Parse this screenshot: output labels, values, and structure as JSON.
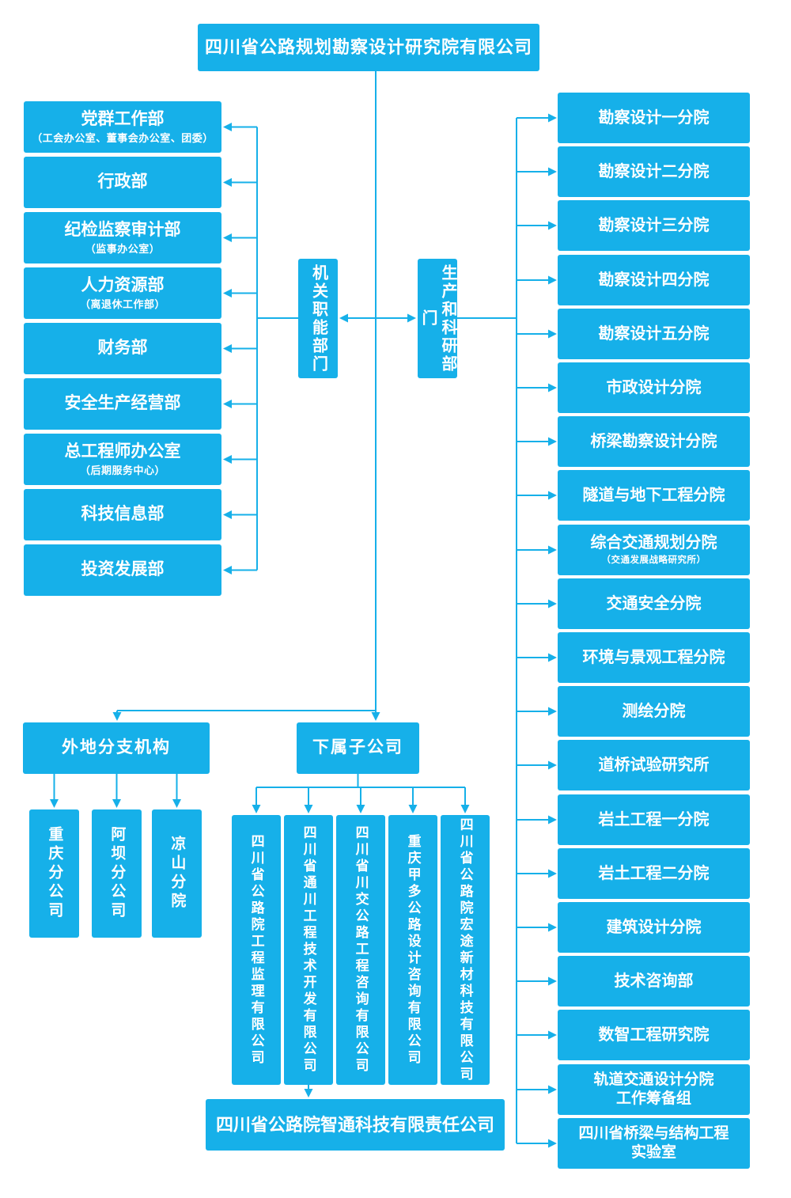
{
  "colors": {
    "box": "#16B0E9",
    "line": "#16B0E9",
    "text": "#FFFFFF",
    "background": "#FFFFFF"
  },
  "root": {
    "label": "四川省公路规划勘察设计研究院有限公司"
  },
  "admin_group": {
    "label": "机关职能部门"
  },
  "production_group": {
    "label": "生产和科研部门"
  },
  "admin_departments": [
    {
      "label": "党群工作部",
      "sub": "（工会办公室、董事会办公室、团委）"
    },
    {
      "label": "行政部"
    },
    {
      "label": "纪检监察审计部",
      "sub": "（监事办公室）"
    },
    {
      "label": "人力资源部",
      "sub": "（离退休工作部）"
    },
    {
      "label": "财务部"
    },
    {
      "label": "安全生产经营部"
    },
    {
      "label": "总工程师办公室",
      "sub": "（后期服务中心）"
    },
    {
      "label": "科技信息部"
    },
    {
      "label": "投资发展部"
    }
  ],
  "production_departments": [
    {
      "label": "勘察设计一分院"
    },
    {
      "label": "勘察设计二分院"
    },
    {
      "label": "勘察设计三分院"
    },
    {
      "label": "勘察设计四分院"
    },
    {
      "label": "勘察设计五分院"
    },
    {
      "label": "市政设计分院"
    },
    {
      "label": "桥梁勘察设计分院"
    },
    {
      "label": "隧道与地下工程分院"
    },
    {
      "label": "综合交通规划分院",
      "sub": "（交通发展战略研究所）"
    },
    {
      "label": "交通安全分院"
    },
    {
      "label": "环境与景观工程分院"
    },
    {
      "label": "测绘分院"
    },
    {
      "label": "道桥试验研究所"
    },
    {
      "label": "岩土工程一分院"
    },
    {
      "label": "岩土工程二分院"
    },
    {
      "label": "建筑设计分院"
    },
    {
      "label": "技术咨询部"
    },
    {
      "label": "数智工程研究院"
    },
    {
      "label": "轨道交通设计分院",
      "label2": "工作筹备组"
    },
    {
      "label": "四川省桥梁与结构工程",
      "label2": "实验室"
    }
  ],
  "branches_group": {
    "label": "外地分支机构"
  },
  "branches": [
    {
      "label": "重庆分公司"
    },
    {
      "label": "阿坝分公司"
    },
    {
      "label": "凉山分院"
    }
  ],
  "subsidiaries_group": {
    "label": "下属子公司"
  },
  "subsidiaries": [
    {
      "label": "四川省公路院工程监理有限公司"
    },
    {
      "label": "四川省通川工程技术开发有限公司"
    },
    {
      "label": "四川省川交公路工程咨询有限公司"
    },
    {
      "label": "重庆甲多公路设计咨询有限公司"
    },
    {
      "label": "四川省公路院宏途新材科技有限公司"
    }
  ],
  "bottom_company": {
    "label": "四川省公路院智通科技有限责任公司"
  }
}
